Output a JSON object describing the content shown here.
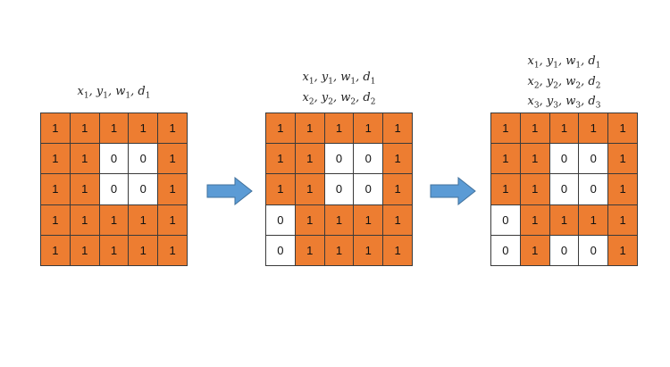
{
  "colors": {
    "filled": "#ed7d31",
    "empty": "#ffffff",
    "grid_line": "#3a3a3a",
    "arrow": "#5b9bd5"
  },
  "panels": [
    {
      "labels": [
        [
          "x",
          "1",
          "y",
          "1",
          "w",
          "1",
          "d",
          "1"
        ]
      ],
      "grid": [
        [
          "1",
          "1",
          "1",
          "1",
          "1"
        ],
        [
          "1",
          "1",
          "0",
          "0",
          "1"
        ],
        [
          "1",
          "1",
          "0",
          "0",
          "1"
        ],
        [
          "1",
          "1",
          "1",
          "1",
          "1"
        ],
        [
          "1",
          "1",
          "1",
          "1",
          "1"
        ]
      ]
    },
    {
      "labels": [
        [
          "x",
          "1",
          "y",
          "1",
          "w",
          "1",
          "d",
          "1"
        ],
        [
          "x",
          "2",
          "y",
          "2",
          "w",
          "2",
          "d",
          "2"
        ]
      ],
      "grid": [
        [
          "1",
          "1",
          "1",
          "1",
          "1"
        ],
        [
          "1",
          "1",
          "0",
          "0",
          "1"
        ],
        [
          "1",
          "1",
          "0",
          "0",
          "1"
        ],
        [
          "0",
          "1",
          "1",
          "1",
          "1"
        ],
        [
          "0",
          "1",
          "1",
          "1",
          "1"
        ]
      ]
    },
    {
      "labels": [
        [
          "x",
          "1",
          "y",
          "1",
          "w",
          "1",
          "d",
          "1"
        ],
        [
          "x",
          "2",
          "y",
          "2",
          "w",
          "2",
          "d",
          "2"
        ],
        [
          "x",
          "3",
          "y",
          "3",
          "w",
          "3",
          "d",
          "3"
        ]
      ],
      "grid": [
        [
          "1",
          "1",
          "1",
          "1",
          "1"
        ],
        [
          "1",
          "1",
          "0",
          "0",
          "1"
        ],
        [
          "1",
          "1",
          "0",
          "0",
          "1"
        ],
        [
          "0",
          "1",
          "1",
          "1",
          "1"
        ],
        [
          "0",
          "1",
          "0",
          "0",
          "1"
        ]
      ]
    }
  ],
  "arrow_icon": "right-arrow-icon"
}
